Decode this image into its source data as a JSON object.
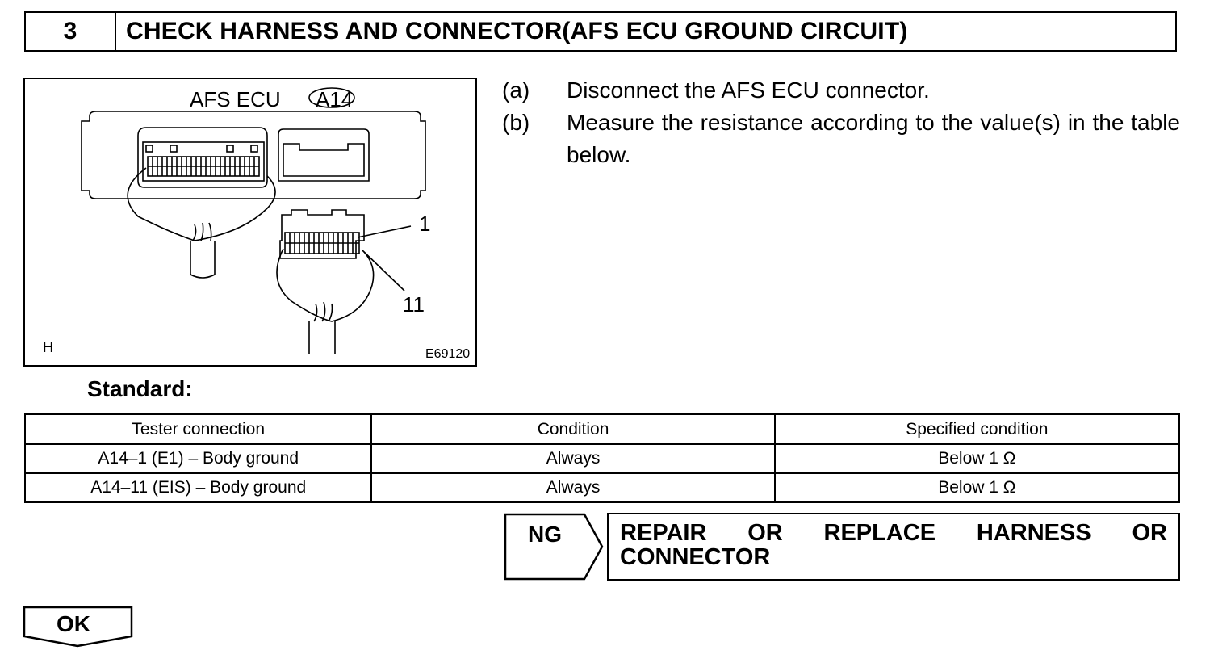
{
  "header": {
    "step_number": "3",
    "title": "CHECK HARNESS AND CONNECTOR(AFS ECU GROUND CIRCUIT)"
  },
  "figure": {
    "ecu_label": "AFS ECU",
    "connector_id": "A14",
    "pin_1": "1",
    "pin_11": "11",
    "corner_letter": "H",
    "figure_code": "E69120"
  },
  "instructions": [
    {
      "mark": "(a)",
      "text": "Disconnect the AFS ECU connector."
    },
    {
      "mark": "(b)",
      "text": "Measure the resistance according to the value(s) in the table below."
    }
  ],
  "standard_label": "Standard:",
  "table": {
    "headers": [
      "Tester connection",
      "Condition",
      "Specified condition"
    ],
    "rows": [
      [
        "A14–1 (E1) – Body ground",
        "Always",
        "Below 1 Ω"
      ],
      [
        "A14–11 (EIS) – Body ground",
        "Always",
        "Below 1 Ω"
      ]
    ]
  },
  "ng": {
    "label": "NG",
    "action_words": [
      "REPAIR",
      "OR",
      "REPLACE",
      "HARNESS",
      "OR"
    ],
    "action_line2": "CONNECTOR"
  },
  "ok": {
    "label": "OK"
  }
}
